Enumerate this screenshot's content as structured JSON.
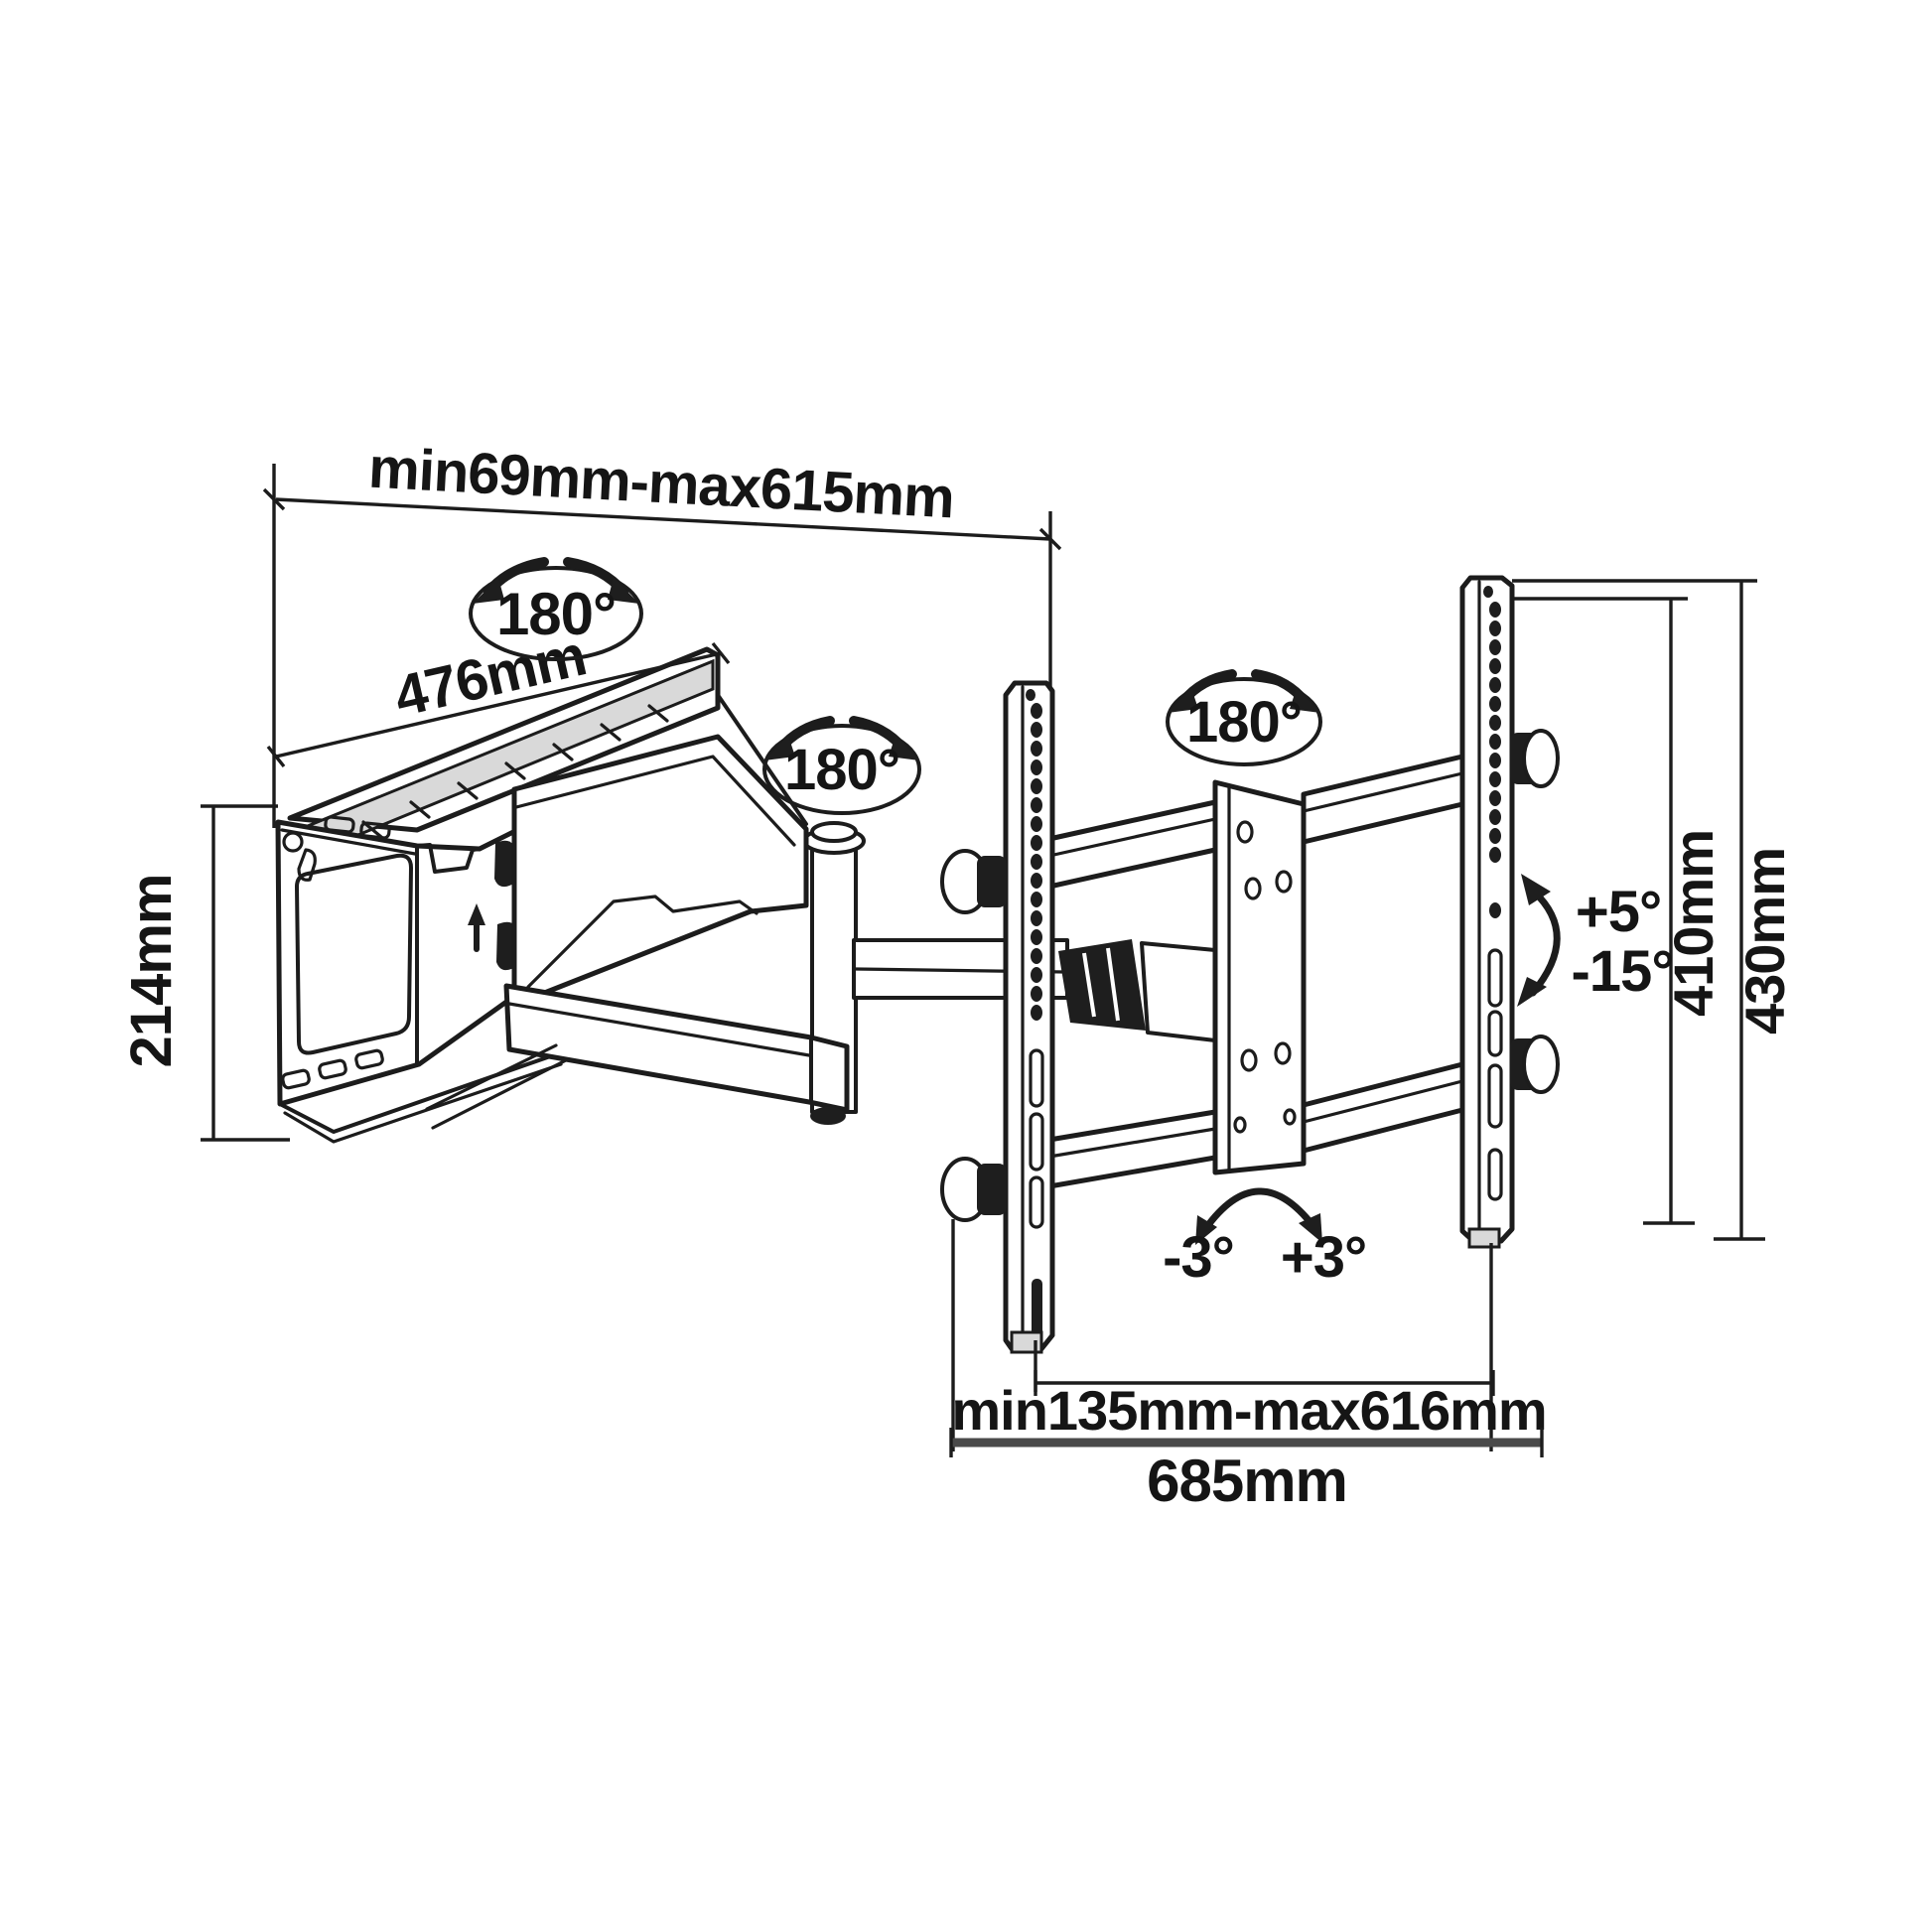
{
  "diagram": {
    "type": "technical-drawing",
    "subject": "articulating TV wall mount with dimension annotations",
    "colors": {
      "background": "#ffffff",
      "line": "#1c1c1c",
      "heavy_dimension": "#4a4a4a"
    },
    "labels": {
      "top_range": "min69mm-max615mm",
      "arm_length": "476mm",
      "plate_height": "214mm",
      "swivel_wall": "180°",
      "swivel_elbow": "180°",
      "swivel_tv": "180°",
      "tilt_up": "+5°",
      "tilt_down": "-15°",
      "level_left": "-3°",
      "level_right": "+3°",
      "rail_height_inner": "410mm",
      "rail_height_outer": "430mm",
      "bottom_range": "min135mm-max616mm",
      "bottom_width": "685mm"
    }
  }
}
